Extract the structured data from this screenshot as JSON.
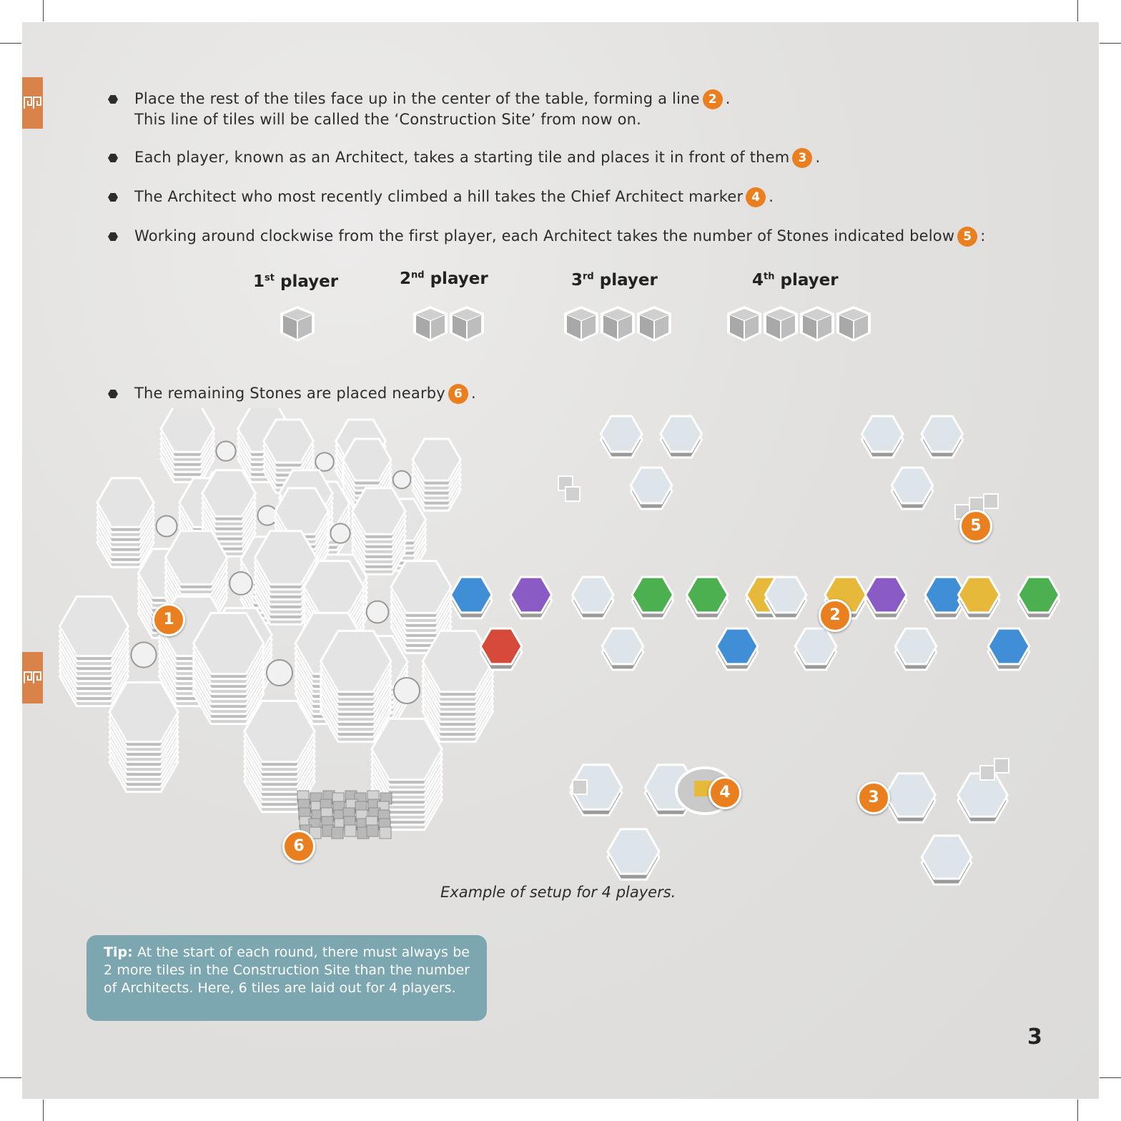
{
  "bullets": [
    {
      "text_before": "Place the rest of the tiles face up in the center of the table, forming a line",
      "badge": "2",
      "text_after": ".",
      "line2": "This line of tiles will be called the ‘Construction Site’ from now on."
    },
    {
      "text_before": "Each player, known as an Architect, takes a starting tile and places it in front of them",
      "badge": "3",
      "text_after": "."
    },
    {
      "text_before": "The Architect who most recently climbed a hill takes the Chief Architect marker",
      "badge": "4",
      "text_after": "."
    },
    {
      "text_before": "Working around clockwise from the first player, each Architect takes the number of Stones indicated below",
      "badge": "5",
      "text_after": ":"
    },
    {
      "text_before": "The remaining Stones are placed nearby",
      "badge": "6",
      "text_after": "."
    }
  ],
  "players": [
    {
      "ordinal": "1",
      "suffix": "st",
      "word": "player",
      "stones": 1
    },
    {
      "ordinal": "2",
      "suffix": "nd",
      "word": "player",
      "stones": 2
    },
    {
      "ordinal": "3",
      "suffix": "rd",
      "word": "player",
      "stones": 3
    },
    {
      "ordinal": "4",
      "suffix": "th",
      "word": "player",
      "stones": 4
    }
  ],
  "illustration_badges": [
    "1",
    "2",
    "3",
    "4",
    "5",
    "6"
  ],
  "caption": "Example of setup for 4 players.",
  "tip": {
    "label": "Tip:",
    "text": "At the start of each round, there must always be 2 more tiles in the Construction Site than the number of Architects. Here, 6 tiles are laid out for 4 players."
  },
  "page_number": "3",
  "colors": {
    "accent": "#ea7f1f",
    "tab": "#d9824a",
    "tip_box": "#7ca7b0",
    "text": "#2c2c2c"
  }
}
